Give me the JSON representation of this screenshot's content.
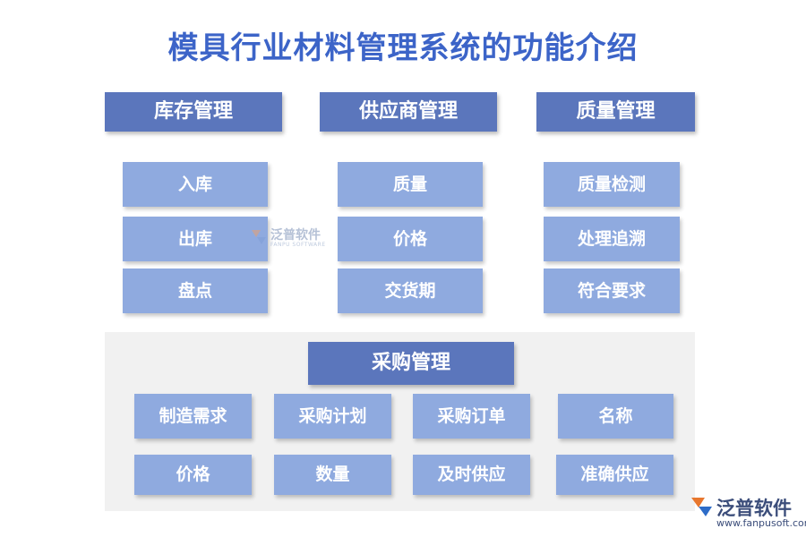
{
  "title": "模具行业材料管理系统的功能介绍",
  "groups": {
    "inventory": {
      "header": "库存管理",
      "items": [
        "入库",
        "出库",
        "盘点"
      ]
    },
    "supplier": {
      "header": "供应商管理",
      "items": [
        "质量",
        "价格",
        "交货期"
      ]
    },
    "quality": {
      "header": "质量管理",
      "items": [
        "质量检测",
        "处理追溯",
        "符合要求"
      ]
    },
    "purchase": {
      "header": "采购管理",
      "row1": [
        "制造需求",
        "采购计划",
        "采购订单",
        "名称"
      ],
      "row2": [
        "价格",
        "数量",
        "及时供应",
        "准确供应"
      ]
    }
  },
  "watermark": {
    "name": "泛普软件",
    "sub": "FANPU SOFTWARE"
  },
  "brand": {
    "name": "泛普软件",
    "url": "www.fanpusoft.com"
  },
  "colors": {
    "title": "#3c64c8",
    "header_bg": "#5b76bc",
    "item_bg": "#8faadf",
    "panel_bg": "#f1f1f1",
    "logo_orange": "#e8772e",
    "logo_blue": "#2d6cc8"
  },
  "icons": [
    "fanpu-logo-icon"
  ]
}
